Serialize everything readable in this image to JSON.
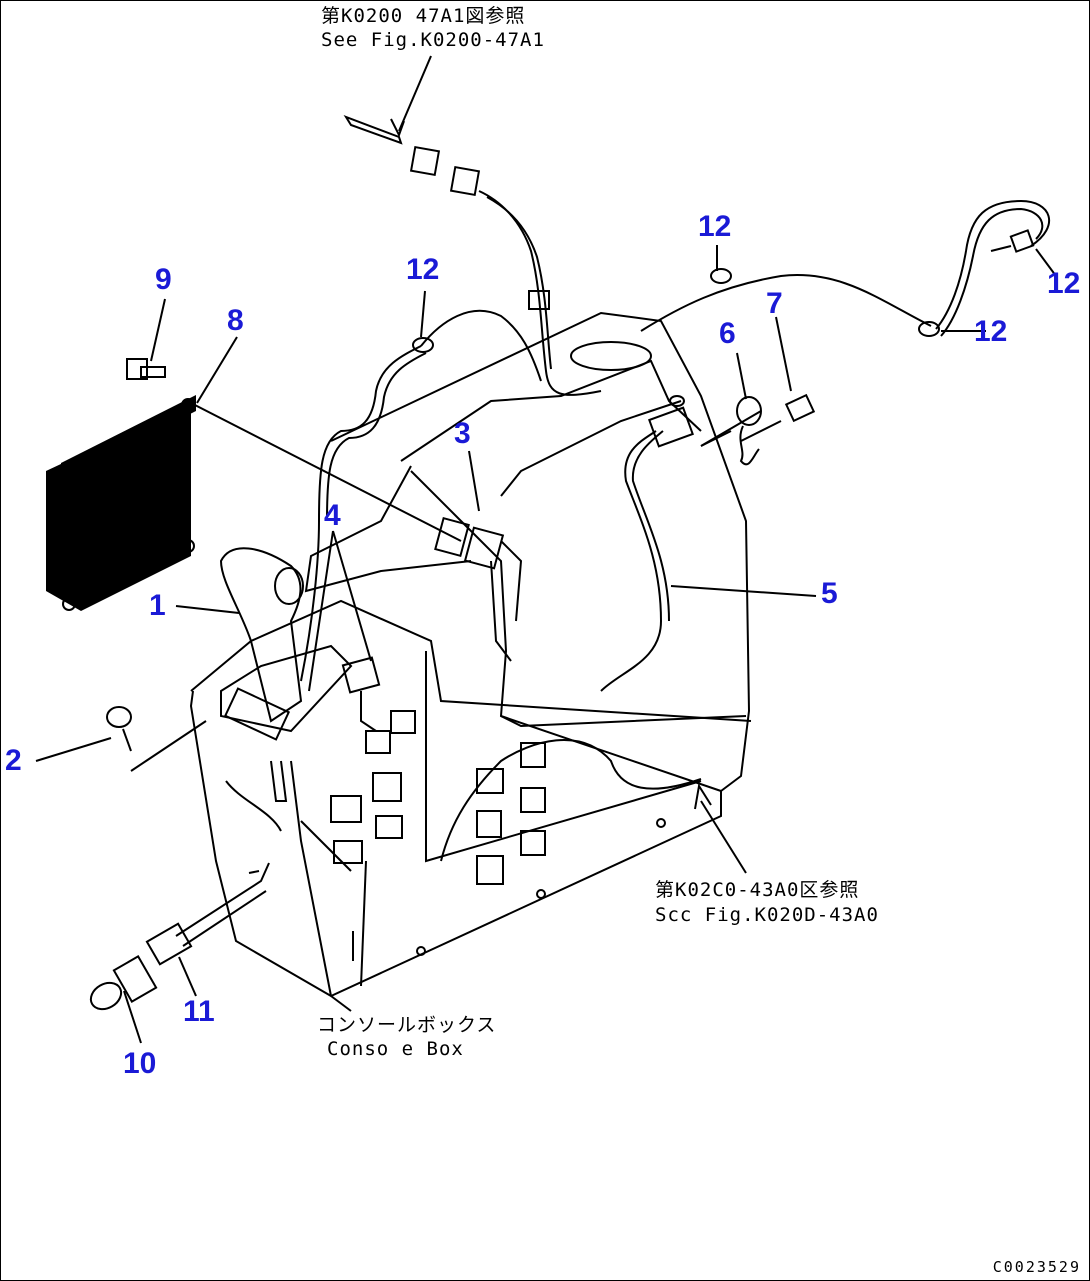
{
  "references": {
    "fig_47a1_jp": "第K0200 47A1図参照",
    "fig_47a1_en": "See Fig.K0200-47A1",
    "fig_43a0_jp": "第K02C0-43A0区参照",
    "fig_43a0_en": "Scc Fig.K020D-43A0",
    "console_jp": "コンソールボックス",
    "console_en": "Conso e Box"
  },
  "callouts": {
    "c1": "1",
    "c2": "2",
    "c3": "3",
    "c4": "4",
    "c5": "5",
    "c6": "6",
    "c7": "7",
    "c8": "8",
    "c9": "9",
    "c10": "10",
    "c11": "11",
    "c12a": "12",
    "c12b": "12",
    "c12c": "12",
    "c12d": "12"
  },
  "drawing_code": "C0023529",
  "colors": {
    "callout": "#1a1ad6",
    "line": "#000000"
  }
}
